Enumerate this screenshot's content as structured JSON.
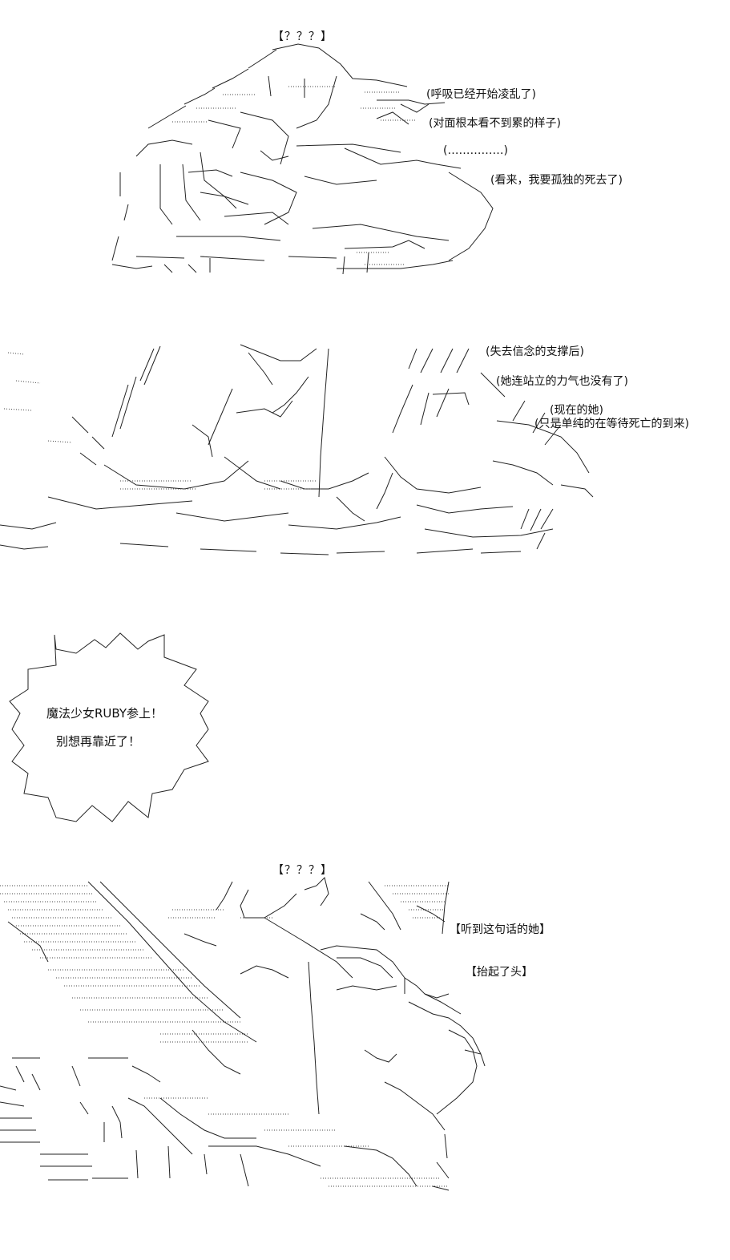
{
  "panel1": {
    "speaker": "【？？？】",
    "lines": [
      "(呼吸已经开始凌乱了)",
      "(对面根本看不到累的样子)",
      "(……………)",
      "(看来，我要孤独的死去了)"
    ]
  },
  "panel2": {
    "lines": [
      "(失去信念的支撑后)",
      "(她连站立的力气也没有了)",
      "(现在的她)",
      "(只是单纯的在等待死亡的到来)"
    ]
  },
  "panel3": {
    "shout_line1": "魔法少女RUBY参上！",
    "shout_line2": "别想再靠近了！"
  },
  "panel4": {
    "speaker": "【？？？】",
    "lines": [
      "【听到这句话的她】",
      "【抬起了头】"
    ]
  }
}
